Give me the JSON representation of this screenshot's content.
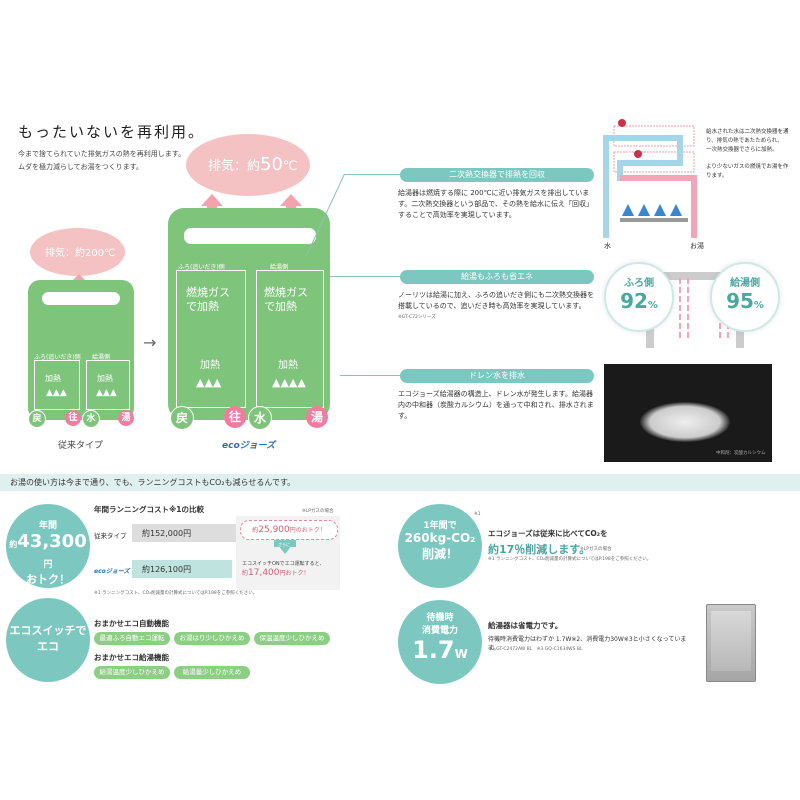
{
  "header": {
    "title": "もったいないを再利用。",
    "desc_line1": "今まで捨てられていた排気ガスの熱を再利用します。",
    "desc_line2": "ムダを極力減らしてお湯をつくります。"
  },
  "diagram_left": {
    "exhaust": "排気：約200℃",
    "bath_label": "ふろ(追いだき)側",
    "hot_label": "給湯側",
    "heat1": "加熱",
    "heat2": "加熱",
    "return": "戻",
    "go": "往",
    "water": "水",
    "hot": "湯",
    "caption": "従来タイプ"
  },
  "diagram_right": {
    "exhaust_prefix": "排気：約",
    "exhaust_value": "50",
    "exhaust_unit": "℃",
    "bath_label": "ふろ(追いだき)側",
    "hot_label": "給湯側",
    "gas1": "燃焼ガス",
    "gas1b": "で加熱",
    "gas2": "燃焼ガス",
    "gas2b": "で加熱",
    "heat1": "加熱",
    "heat2": "加熱",
    "return": "戻",
    "go": "往",
    "water": "水",
    "hot": "湯",
    "logo": "ecoジョーズ"
  },
  "features": [
    {
      "title": "二次熱交換器で排熱を回収",
      "body": "給湯器は燃焼する際に 200℃に近い排気ガスを排出しています。二次熱交換器という部品で、その熱を給水に伝え「回収」することで高効率を実現しています。"
    },
    {
      "title": "給湯もふろも省エネ",
      "body": "ノーリツは給湯に加え、ふろの追いだき側にも二次熱交換器を搭載しているので、追いだき時も高効率を実現しています。",
      "note": "※GT-C72シリーズ"
    },
    {
      "title": "ドレン水を排水",
      "body": "エコジョーズ給湯器の構造上、ドレン水が発生します。給湯器内の中和器（炭酸カルシウム）を通って中和され、排水されます。",
      "photo_caption": "中和剤：炭酸カルシウム"
    }
  ],
  "exchanger_diagram": {
    "note1": "給水された水は二次熱交換器を通り、排気の熱であたためられ、",
    "note2": "一次熱交換器でさらに加熱。",
    "note3": "より少ないガスの燃焼でお湯を作ります。",
    "water": "水",
    "hot": "お湯"
  },
  "efficiency": {
    "bath_label": "ふろ側",
    "bath_value": "92",
    "hot_label": "給湯側",
    "hot_value": "95",
    "unit": "%"
  },
  "section_banner": "お湯の使い方は今まで通り、でも、ランニングコストもCO₂も減らせるんです。",
  "savings": {
    "circle_top": "年間",
    "circle_prefix": "約",
    "circle_value": "43,300",
    "circle_unit": "円",
    "circle_bottom": "おトク！",
    "chart_title": "年間ランニングコスト※1の比較",
    "lp_note": "※LPガスの場合",
    "old_label": "従来タイプ",
    "old_value": "約152,000円",
    "new_label": "ecoジョーズ",
    "new_value": "約126,100円",
    "bubble_prefix": "約",
    "bubble_value": "25,900",
    "bubble_suffix": "円のおトク！",
    "arrow_text": "さらに",
    "switch_note": "エコスイッチONでエコ運転すると、",
    "switch_prefix": "約",
    "switch_value": "17,400",
    "switch_suffix": "円おトク！",
    "footnote": "※1 ランニングコスト、CO₂削減量の計算式についてはP.198をご参照ください。"
  },
  "co2": {
    "circle_line1": "1年間で",
    "circle_value": "260kg-CO₂",
    "circle_line3": "削減！",
    "circle_mark": "※1",
    "headline": "エコジョーズは従来に比べてCO₂を",
    "percent": "約17％削減します。",
    "lp_note": "※LPガスの場合",
    "footnote": "※1 ランニングコスト、CO₂削減量の計算式についてはP.198をご参照ください。"
  },
  "eco_switch": {
    "circle_line1": "エコスイッチで",
    "circle_line2": "エコ",
    "auto_title": "おまかせエコ自動機能",
    "auto_items": [
      "最適ふろ自動エコ運転",
      "お湯はり少しひかえめ",
      "保温温度少しひかえめ"
    ],
    "hot_title": "おまかせエコ給湯機能",
    "hot_items": [
      "給湯温度少しひかえめ",
      "給湯量少しひかえめ"
    ]
  },
  "power": {
    "circle_line1": "待機時",
    "circle_line2": "消費電力",
    "circle_value": "1.7",
    "circle_unit": "W",
    "headline": "給湯器は省電力です。",
    "body": "待機時消費電力はわずか 1.7W※2、消費電力30W※3と小さくなっています。",
    "footnote": "※2 GT-C2472AW BL　※3 GQ-C1634WS BL"
  },
  "colors": {
    "green": "#7ec57b",
    "teal": "#7cc8c0",
    "pink": "#f4c2c2",
    "hot": "#f07ca0"
  }
}
